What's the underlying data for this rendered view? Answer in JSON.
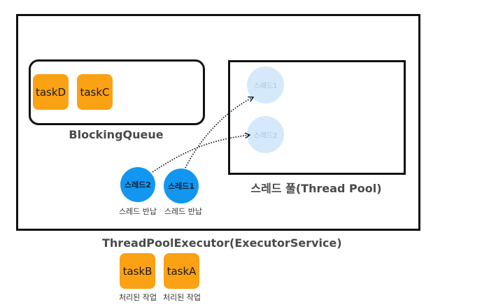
{
  "executor": {
    "label": "ThreadPoolExecutor(ExecutorService)"
  },
  "blocking_queue": {
    "label": "BlockingQueue",
    "tasks": [
      "taskD",
      "taskC"
    ]
  },
  "thread_pool": {
    "label": "스레드 풀(Thread Pool)",
    "idle_threads": [
      "스레드1",
      "스레드2"
    ]
  },
  "returning_threads": [
    {
      "name": "스레드2",
      "caption": "스레드 반납"
    },
    {
      "name": "스레드1",
      "caption": "스레드 반납"
    }
  ],
  "processed_tasks": [
    {
      "name": "taskB",
      "caption": "처리된 작업"
    },
    {
      "name": "taskA",
      "caption": "처리된 작업"
    }
  ],
  "colors": {
    "task": "#fba114",
    "active_thread": "#1296f0",
    "idle_thread": "#d5e9fa",
    "frame": "#111111"
  }
}
